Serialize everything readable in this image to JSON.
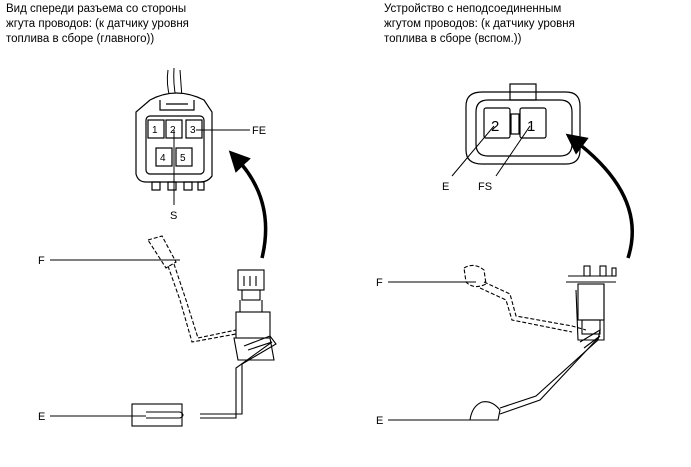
{
  "captions": {
    "left": "Вид спереди разъема со стороны\nжгута проводов: (к датчику уровня\nтоплива в сборе (главного))",
    "right": "Устройство с неподсоединенным\nжгутом проводов: (к датчику уровня\nтоплива в сборе (вспом.))"
  },
  "left_connector": {
    "pins": [
      "1",
      "2",
      "3",
      "4",
      "5"
    ],
    "labels": {
      "fe": "FE",
      "s": "S"
    }
  },
  "right_connector": {
    "pins": [
      "2",
      "1"
    ],
    "labels": {
      "e": "E",
      "fs": "FS"
    }
  },
  "left_sender": {
    "labels": {
      "f": "F",
      "e": "E"
    }
  },
  "right_sender": {
    "labels": {
      "f": "F",
      "e": "E"
    }
  }
}
